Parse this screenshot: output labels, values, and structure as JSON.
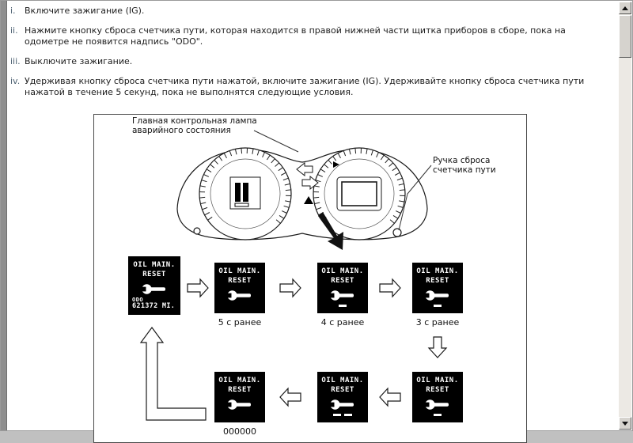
{
  "colors": {
    "text": "#1c1c1c",
    "list_marker": "#4d6171",
    "figure_border": "#4a4a4a",
    "display_bg": "#000000",
    "display_fg": "#ffffff",
    "scrollbar_face": "#d6d3ce",
    "frame_gray": "#8f8f8f"
  },
  "instructions": {
    "items": [
      {
        "num": "i.",
        "text": "Включите зажигание (IG)."
      },
      {
        "num": "ii.",
        "text": "Нажмите кнопку сброса счетчика пути, которая находится в правой нижней части щитка приборов в сборе, пока на одометре не появится надпись \"ODO\"."
      },
      {
        "num": "iii.",
        "text": "Выключите зажигание."
      },
      {
        "num": "iv.",
        "text": "Удерживая кнопку сброса счетчика пути нажатой, включите зажигание (IG). Удерживайте кнопку сброса счетчика пути нажатой в течение 5 секунд, пока не выполнятся следующие условия."
      }
    ]
  },
  "figure": {
    "callouts": {
      "warning_lamp": {
        "line1": "Главная контрольная лампа",
        "line2": "аварийного состояния"
      },
      "reset_knob": {
        "line1": "Ручка сброса",
        "line2": "счетчика пути"
      }
    },
    "displays": [
      {
        "line1": "OIL MAIN.",
        "line2": "RESET",
        "odo_label": "ODO",
        "odo_value": "621372 MI.",
        "segments": 0
      },
      {
        "line1": "OIL MAIN.",
        "line2": "RESET",
        "caption": "5 с ранее",
        "segments": 0
      },
      {
        "line1": "OIL MAIN.",
        "line2": "RESET",
        "caption": "4 с ранее",
        "segments": 1
      },
      {
        "line1": "OIL MAIN.",
        "line2": "RESET",
        "caption": "3 с ранее",
        "segments": 1
      },
      {
        "line1": "OIL MAIN.",
        "line2": "RESET",
        "segments": 1
      },
      {
        "line1": "OIL MAIN.",
        "line2": "RESET",
        "segments": 2
      },
      {
        "line1": "OIL MAIN.",
        "line2": "RESET",
        "caption": "000000",
        "segments": 0
      }
    ]
  }
}
